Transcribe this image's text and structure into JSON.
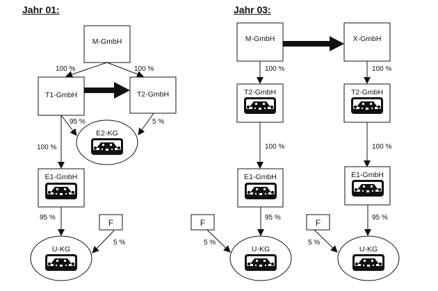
{
  "panels": [
    {
      "title": "Jahr 01:",
      "nodes": {
        "m": "M-GmbH",
        "t1": "T1-GmbH",
        "t2": "T2-GmbH",
        "e2": "E2-KG",
        "e1": "E1-GmbH",
        "f": "F",
        "u": "U-KG"
      },
      "edges": {
        "m_t1": "100 %",
        "m_t2": "100 %",
        "t1_e2": "95 %",
        "t2_e2": "5 %",
        "t1_e1": "100 %",
        "e1_u": "95 %",
        "f_u": "5 %"
      }
    },
    {
      "title": "Jahr 03:",
      "nodes": {
        "m": "M-GmbH",
        "x": "X-GmbH",
        "t2a": "T2-GmbH",
        "t2b": "T2-GmbH",
        "e1a": "E1-GmbH",
        "e1b": "E1-GmbH",
        "fa": "F",
        "fb": "F",
        "ua": "U-KG",
        "ub": "U-KG"
      },
      "edges": {
        "m_t2a": "100 %",
        "x_t2b": "100 %",
        "t2a_e1a": "100 %",
        "t2b_e1b": "100 %",
        "e1a_ua": "95 %",
        "e1b_ub": "95 %",
        "fa_ua": "5 %",
        "fb_ub": "5 %"
      }
    }
  ],
  "icons": {
    "property": "house-icon"
  }
}
